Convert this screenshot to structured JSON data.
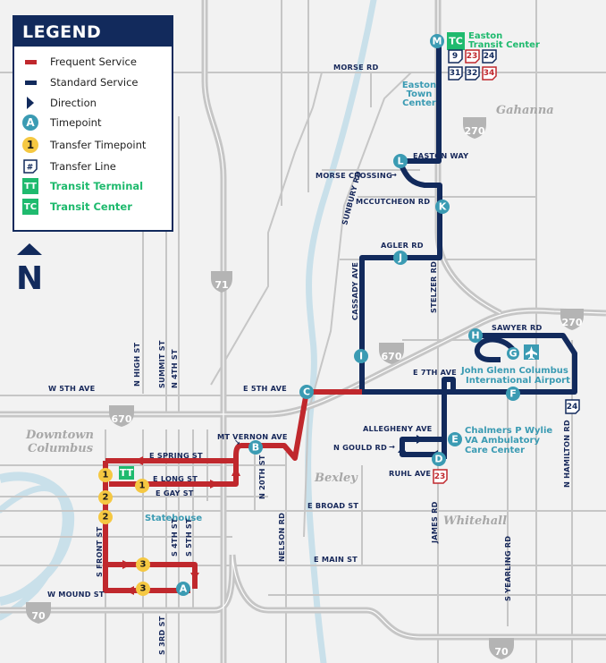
{
  "legend": {
    "title": "LEGEND",
    "items": [
      {
        "icon": "frequent-service-bar",
        "label": "Frequent Service",
        "color": "#c0282d"
      },
      {
        "icon": "standard-service-bar",
        "label": "Standard Service",
        "color": "#122a5c"
      },
      {
        "icon": "direction-arrow-icon",
        "label": "Direction",
        "glyph": "▶"
      },
      {
        "icon": "timepoint-icon",
        "label": "Timepoint",
        "glyph": "A"
      },
      {
        "icon": "transfer-timepoint-icon",
        "label": "Transfer Timepoint",
        "glyph": "1"
      },
      {
        "icon": "transfer-line-icon",
        "label": "Transfer Line",
        "glyph": "#"
      },
      {
        "icon": "transit-terminal-icon",
        "label": "Transit Terminal",
        "glyph": "TT"
      },
      {
        "icon": "transit-center-icon",
        "label": "Transit Center",
        "glyph": "TC"
      }
    ]
  },
  "north_arrow": {
    "label": "N"
  },
  "colors": {
    "frequent": "#c0282d",
    "standard": "#122a5c",
    "timepoint": "#3b9bb3",
    "transfer_timepoint": "#f5c842",
    "transit_green": "#1fba6e",
    "road": "#c6c6c6",
    "river": "#c9e0ea",
    "background": "#f2f2f2"
  },
  "places": {
    "downtown_1": "Downtown",
    "downtown_2": "Columbus",
    "gahanna": "Gahanna",
    "bexley": "Bexley",
    "whitehall": "Whitehall"
  },
  "pois": {
    "easton_tc_1": "Easton",
    "easton_tc_2": "Transit Center",
    "easton_town_1": "Easton",
    "easton_town_2": "Town",
    "easton_town_3": "Center",
    "airport_1": "John Glenn Columbus",
    "airport_2": "International Airport",
    "va_1": "Chalmers P Wylie",
    "va_2": "VA Ambulatory",
    "va_3": "Care Center",
    "statehouse": "Statehouse"
  },
  "streets": {
    "morse_rd": "MORSE RD",
    "easton_way": "EASTON WAY",
    "morse_crossing": "MORSE CROSSING",
    "mccutcheon_rd": "MCCUTCHEON RD",
    "sunbury_rd": "SUNBURY RD",
    "agler_rd": "AGLER RD",
    "cassady_ave": "CASSADY AVE",
    "stelzer_rd": "STELZER RD",
    "sawyer_rd": "SAWYER RD",
    "e_7th_ave": "E 7TH AVE",
    "w_5th_ave": "W 5TH AVE",
    "e_5th_ave": "E 5TH AVE",
    "n_high_st": "N HIGH ST",
    "summit_st": "SUMMIT ST",
    "n_4th_st": "N 4TH ST",
    "mt_vernon_ave": "MT VERNON AVE",
    "e_spring_st": "E SPRING ST",
    "e_long_st": "E LONG ST",
    "e_gay_st": "E GAY ST",
    "n_20th_st": "N 20TH ST",
    "e_broad_st": "E BROAD ST",
    "allegheny_ave": "ALLEGHENY AVE",
    "n_gould_rd": "N GOULD RD",
    "ruhl_ave": "RUHL AVE",
    "james_rd": "JAMES RD",
    "n_hamilton_rd": "N HAMILTON RD",
    "s_yearling_rd": "S YEARLING RD",
    "nelson_rd": "NELSON RD",
    "e_main_st": "E MAIN ST",
    "s_front_st": "S FRONT ST",
    "s_4th_st": "S 4TH ST",
    "s_5th_st": "S 5TH ST",
    "w_mound_st": "W MOUND ST",
    "s_3rd_st": "S 3RD ST"
  },
  "highways": {
    "i270_north": "270",
    "i270_airport": "270",
    "i71": "71",
    "i670_west": "670",
    "i670_east": "670",
    "i70_west": "70",
    "i70_east": "70"
  },
  "timepoints": {
    "A": "A",
    "B": "B",
    "C": "C",
    "D": "D",
    "E": "E",
    "F": "F",
    "G": "G",
    "H": "H",
    "I": "I",
    "J": "J",
    "K": "K",
    "L": "L",
    "M": "M"
  },
  "transfer_timepoints": {
    "t1": "1",
    "t2": "2",
    "t3": "3"
  },
  "transit_facilities": {
    "tt": "TT",
    "tc": "TC"
  },
  "transfer_lines": {
    "easton": [
      {
        "route": "9",
        "type": "standard"
      },
      {
        "route": "23",
        "type": "frequent"
      },
      {
        "route": "24",
        "type": "standard"
      },
      {
        "route": "31",
        "type": "standard"
      },
      {
        "route": "32",
        "type": "standard"
      },
      {
        "route": "34",
        "type": "frequent"
      }
    ],
    "hamilton": {
      "route": "24",
      "type": "standard"
    },
    "ruhl": {
      "route": "23",
      "type": "frequent"
    }
  }
}
